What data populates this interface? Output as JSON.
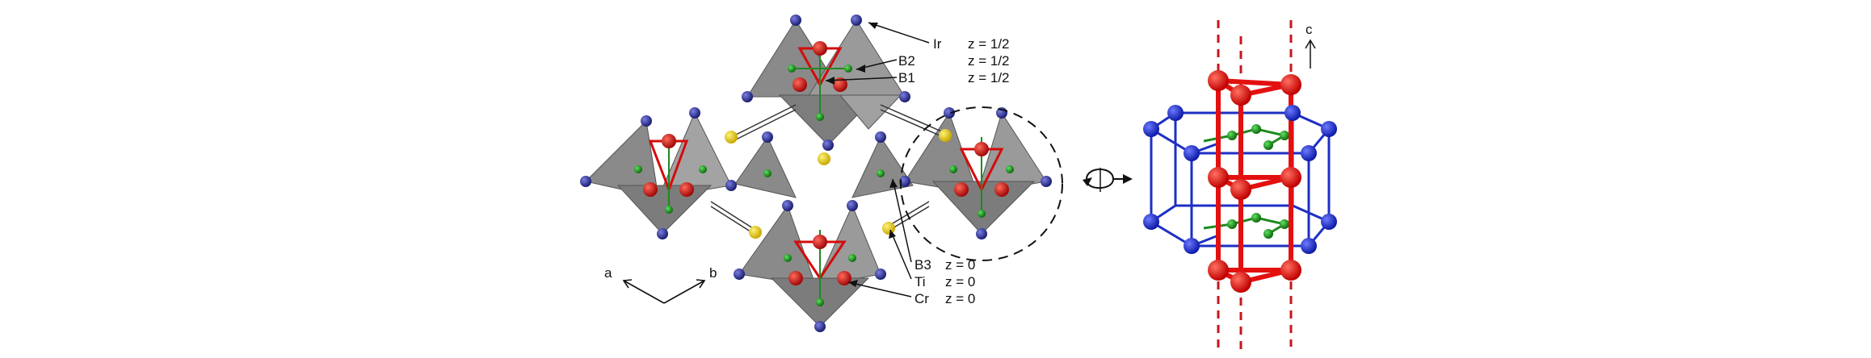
{
  "colors": {
    "ir": "#2a2e9c",
    "b2": "#1f8a1f",
    "cr": "#d40b0b",
    "ti": "#f2d700",
    "polyhedron": "#8e8e8e",
    "dashed_red": "#c8151c",
    "blue_bond": "#1d2fc4"
  },
  "legend_top": [
    {
      "element": "Ir",
      "z": "z = 1/2"
    },
    {
      "element": "B2",
      "z": "z = 1/2"
    },
    {
      "element": "B1",
      "z": "z = 1/2"
    }
  ],
  "legend_bottom": [
    {
      "element": "B3",
      "z": "z = 0"
    },
    {
      "element": "Ti",
      "z": "z = 0"
    },
    {
      "element": "Cr",
      "z": "z = 0"
    }
  ],
  "axes": {
    "a": "a",
    "b": "b",
    "c": "c"
  },
  "icons": [
    "rotation-arrow-icon"
  ]
}
